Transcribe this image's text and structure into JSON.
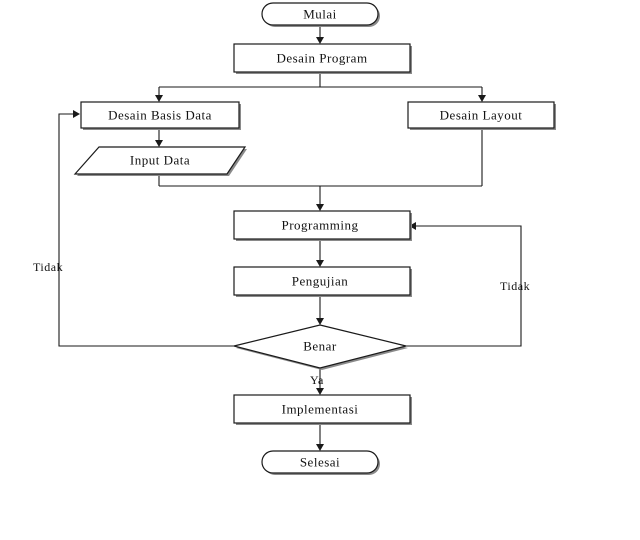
{
  "nodes": {
    "start": "Mulai",
    "design_program": "Desain Program",
    "design_database": "Desain Basis Data",
    "design_layout": "Desain Layout",
    "input_data": "Input Data",
    "programming": "Programming",
    "testing": "Pengujian",
    "decision": "Benar",
    "implementation": "Implementasi",
    "end": "Selesai"
  },
  "edges": {
    "no_left": "Tidak",
    "no_right": "Tidak",
    "yes": "Ya"
  },
  "colors": {
    "stroke": "#1a1a1a",
    "shadow": "#8a8a8a",
    "fill": "#ffffff"
  }
}
